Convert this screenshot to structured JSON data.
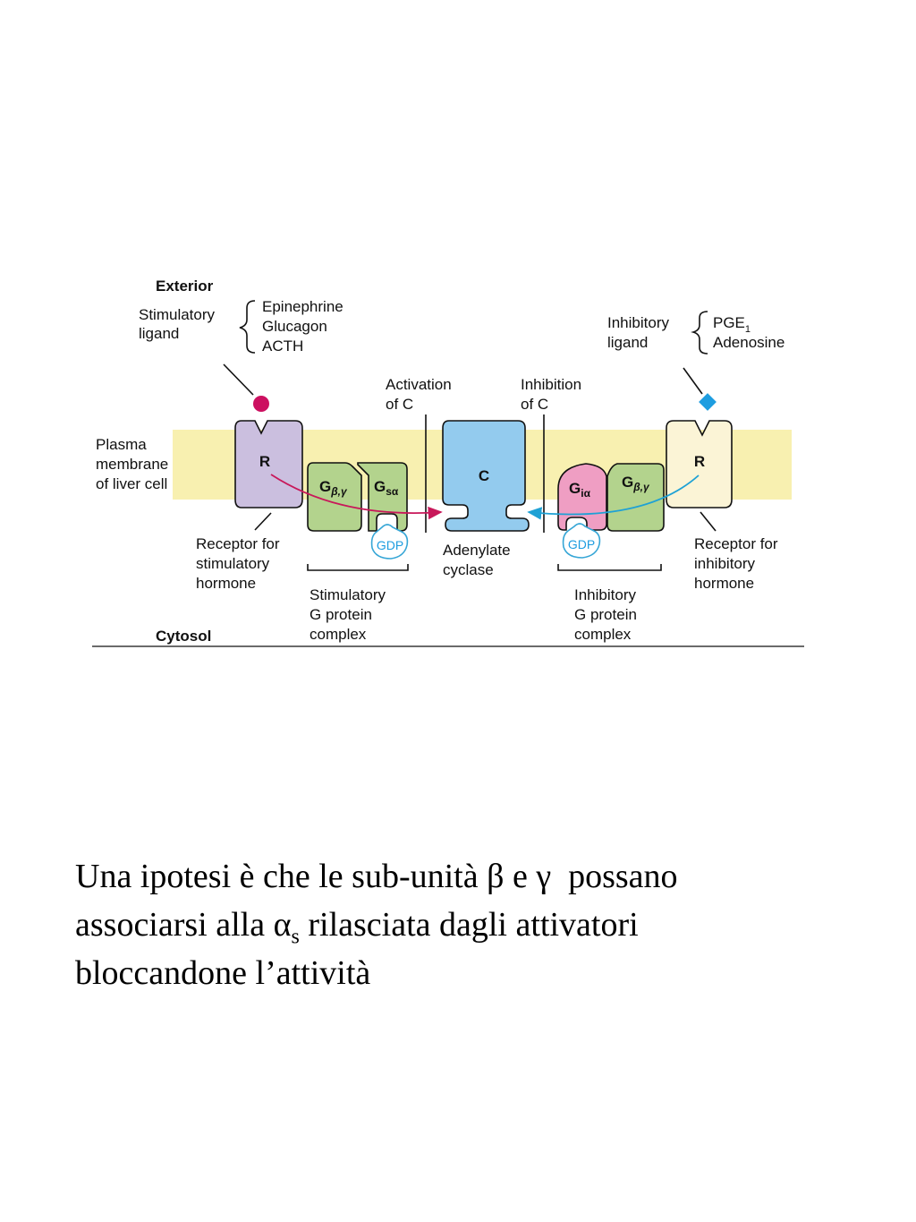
{
  "diagram": {
    "exterior": "Exterior",
    "cytosol": "Cytosol",
    "stimulatory_ligand": {
      "line1": "Stimulatory",
      "line2": "ligand",
      "items": [
        "Epinephrine",
        "Glucagon",
        "ACTH"
      ]
    },
    "inhibitory_ligand": {
      "line1": "Inhibitory",
      "line2": "ligand",
      "items": [
        "PGE",
        "Adenosine"
      ],
      "pge_subscript": "1"
    },
    "plasma_membrane": [
      "Plasma",
      "membrane",
      "of liver cell"
    ],
    "activation": [
      "Activation",
      "of C"
    ],
    "inhibition": [
      "Inhibition",
      "of C"
    ],
    "receptor_letter": "R",
    "cyclase_letter": "C",
    "g_letter": "G",
    "g_beta_gamma_sub": "β,γ",
    "g_s_alpha_sub": "sα",
    "g_i_alpha_sub": "iα",
    "gdp": "GDP",
    "receptor_stim": [
      "Receptor for",
      "stimulatory",
      "hormone"
    ],
    "receptor_inhib": [
      "Receptor for",
      "inhibitory",
      "hormone"
    ],
    "adenylate_cyclase": [
      "Adenylate",
      "cyclase"
    ],
    "stim_complex": [
      "Stimulatory",
      "G protein",
      "complex"
    ],
    "inhib_complex": [
      "Inhibitory",
      "G protein",
      "complex"
    ],
    "colors": {
      "membrane": "#f8f0b0",
      "receptor_stim": "#cbbfdf",
      "receptor_inhib": "#fbf4d6",
      "g_protein": "#b3d38d",
      "g_i_alpha": "#ef9ec3",
      "cyclase": "#93cbee",
      "stim_arrow": "#c8185a",
      "inhib_arrow": "#1ea1d5",
      "stim_ligand": "#cc1060",
      "inhib_ligand": "#1e9de0"
    }
  },
  "caption": {
    "line1_a": "Una ipotesi è che le sub-unità ",
    "beta": "β",
    "line1_b": " e ",
    "gamma": "γ",
    "line1_c": "  possano",
    "line2_a": "associarsi alla ",
    "alpha": "α",
    "alpha_sub": "s",
    "line2_b": " rilasciata dagli attivatori",
    "line3": "bloccandone l’attività"
  }
}
